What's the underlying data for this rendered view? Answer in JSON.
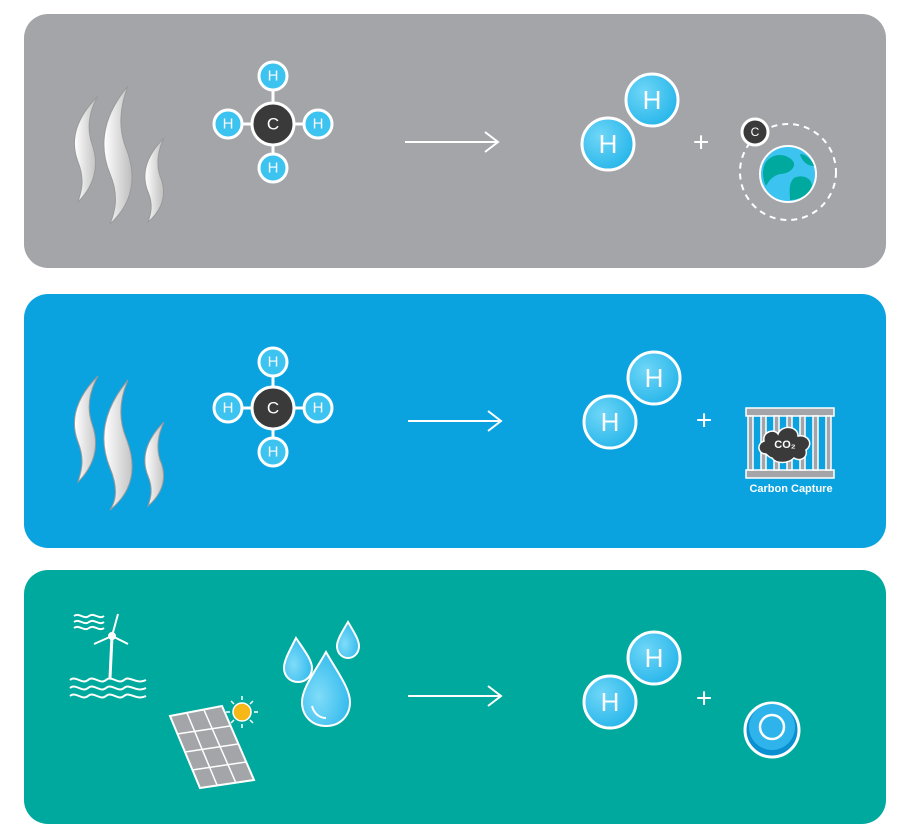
{
  "atoms": {
    "hydrogen": "H",
    "carbon": "C"
  },
  "operators": {
    "plus": "+"
  },
  "labels": {
    "co2": "CO₂",
    "carbon_capture": "Carbon Capture"
  },
  "icons": {
    "steam": "steam-icon",
    "methane": "methane-molecule-icon",
    "arrow": "arrow-right-icon",
    "hydrogen_molecule": "hydrogen-molecule-icon",
    "earth_carbon": "earth-carbon-icon",
    "carbon_cage": "carbon-capture-icon",
    "wind_turbine": "wind-turbine-icon",
    "solar_panel": "solar-panel-icon",
    "water": "water-drops-icon",
    "oxygen": "oxygen-atom-icon"
  },
  "colors": {
    "grey_panel": "#a3a5a8",
    "blue_panel": "#0aa3e0",
    "green_panel": "#00a99d",
    "hydrogen": "#3cc3f0",
    "carbon": "#3a3a3a",
    "sun": "#f6b818"
  }
}
